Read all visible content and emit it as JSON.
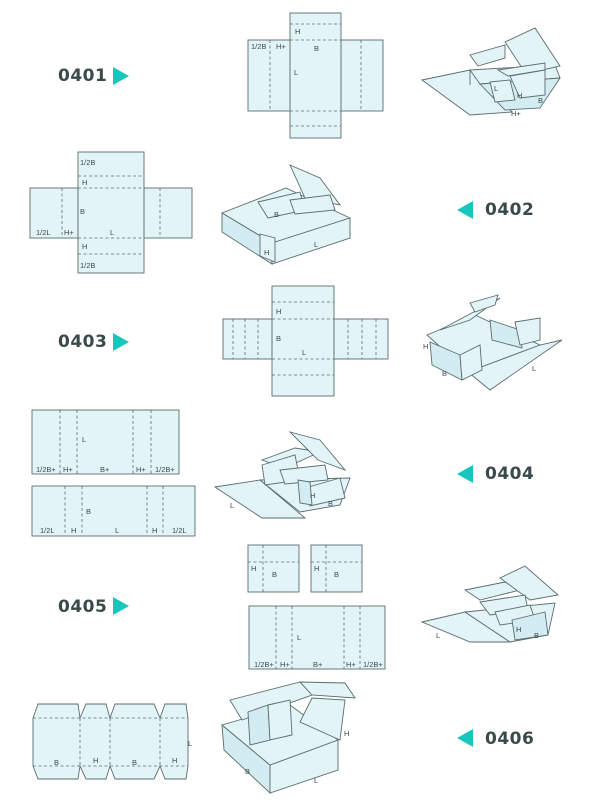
{
  "styles": [
    {
      "code": "0401"
    },
    {
      "code": "0402"
    },
    {
      "code": "0403"
    },
    {
      "code": "0404"
    },
    {
      "code": "0405"
    },
    {
      "code": "0406"
    }
  ],
  "labels": {
    "half_b": "1/2B",
    "half_l": "1/2L",
    "h": "H",
    "h_plus": "H+",
    "b": "B",
    "b_plus": "B+",
    "l": "L",
    "half_b_plus": "1/2B+"
  },
  "colors": {
    "arrow": "#18c6bd",
    "panel_fill": "#e3f4f7",
    "line": "#5a6d70",
    "code_text": "#3a4a4a"
  }
}
